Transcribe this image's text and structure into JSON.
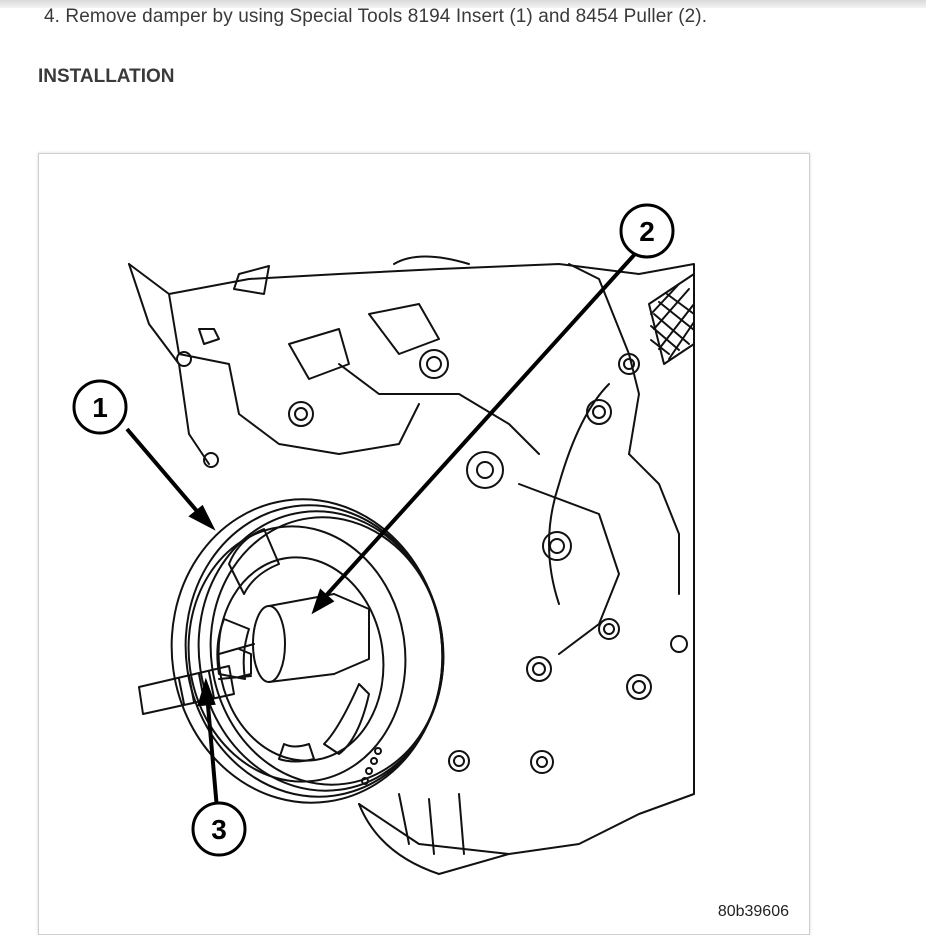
{
  "step_text": "4. Remove damper by using Special Tools 8194 Insert (1) and 8454 Puller (2).",
  "section_heading": "INSTALLATION",
  "figure": {
    "callouts": [
      "1",
      "2",
      "3"
    ],
    "figure_id": "80b39606"
  }
}
